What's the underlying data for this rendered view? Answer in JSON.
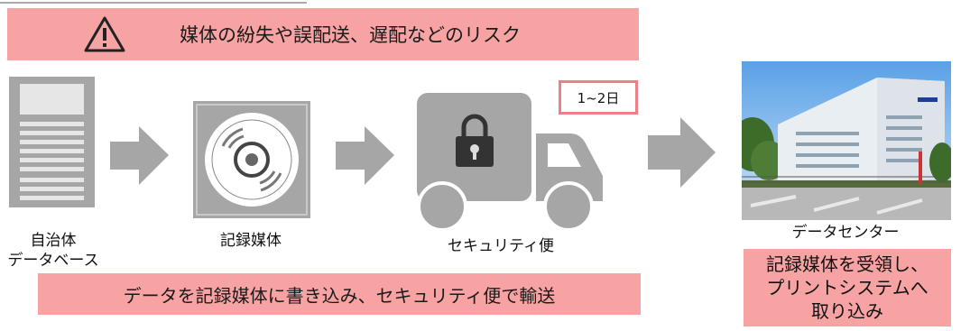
{
  "top_caption": "",
  "risk_banner": {
    "text": "媒体の紛失や誤配送、遅配などのリスク",
    "icon": "warning-icon"
  },
  "steps": [
    {
      "label_line1": "自治体",
      "label_line2": "データベース",
      "icon": "server-rack-icon"
    },
    {
      "label": "記録媒体",
      "icon": "disc-media-icon"
    },
    {
      "label": "セキュリティ便",
      "icon": "locked-truck-icon"
    },
    {
      "label": "データセンター",
      "icon": "datacenter-photo"
    }
  ],
  "transit_time": "1~2日",
  "process_banner": {
    "text": "データを記録媒体に書き込み、セキュリティ便で輸送"
  },
  "datacenter_note": {
    "line1": "記録媒体を受領し、",
    "line2": "プリントシステムへ",
    "line3": "取り込み"
  },
  "colors": {
    "banner": "#f7a3a3",
    "border": "#ef7f86",
    "icon_gray": "#a6a6a6",
    "arrow_gray": "#a6a6a6"
  }
}
